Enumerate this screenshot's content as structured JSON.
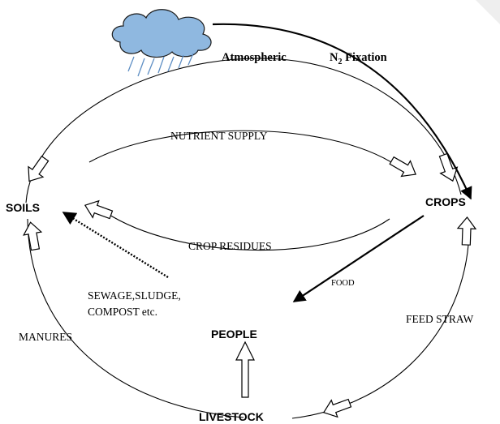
{
  "labels": {
    "atmospheric": "Atmospheric",
    "n2_fixation_prefix": "N",
    "n2_fixation_sub": "2",
    "n2_fixation_suffix": " Fixation",
    "nutrient_supply": "NUTRIENT SUPPLY",
    "crop_residues": "CROP RESIDUES",
    "soils": "SOILS",
    "crops": "CROPS",
    "people": "PEOPLE",
    "livestock": "LIVESTOCK",
    "sewage_line1": "SEWAGE,SLUDGE,",
    "sewage_line2": "COMPOST etc.",
    "manures": "MANURES",
    "food": "FOOD",
    "feed_straw": "FEED STRAW"
  },
  "colors": {
    "cloud_fill": "#8fb8e0",
    "cloud_stroke": "#1a1a1a",
    "line": "#000000"
  },
  "icons": {
    "cloud": "rain-cloud-icon"
  }
}
